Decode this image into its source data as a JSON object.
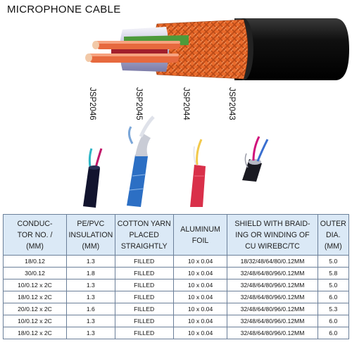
{
  "title": "MICROPHONE CABLE",
  "models": [
    "JSP2046",
    "JSP2045",
    "JSP2044",
    "JSP2043"
  ],
  "table": {
    "headers": [
      "CONDUC-TOR NO./(MM)",
      "PE/PVC INSULATION (MM)",
      "COTTON YARN PLACED STRAIGHTLY",
      "ALUMINUM FOIL",
      "SHIELD WITH BRAID-ING OR WINDING OF CU WIREBC/TC",
      "OUTER DIA. (MM)"
    ],
    "header_lines": [
      [
        "CONDUC-",
        "TOR NO. /",
        "(MM)"
      ],
      [
        "PE/PVC",
        "INSULATION",
        "(MM)"
      ],
      [
        "COTTON YARN",
        "PLACED",
        "STRAIGHTLY"
      ],
      [
        "ALUMINUM",
        "FOIL"
      ],
      [
        "SHIELD WITH BRAID-",
        "ING OR WINDING OF",
        "CU WIREBC/TC"
      ],
      [
        "OUTER",
        "DIA.",
        "(MM)"
      ]
    ],
    "rows": [
      [
        "18/0.12",
        "1.3",
        "FILLED",
        "10 x 0.04",
        "18/32/48/64/80/0.12MM",
        "5.0"
      ],
      [
        "30/0.12",
        "1.8",
        "FILLED",
        "10 x 0.04",
        "32/48/64/80/96/0.12MM",
        "5.8"
      ],
      [
        "10/0.12 x 2C",
        "1.3",
        "FILLED",
        "10 x 0.04",
        "32/48/64/80/96/0.12MM",
        "5.0"
      ],
      [
        "18/0.12 x 2C",
        "1.3",
        "FILLED",
        "10 x 0.04",
        "32/48/64/80/96/0.12MM",
        "6.0"
      ],
      [
        "20/0.12 x 2C",
        "1.6",
        "FILLED",
        "10 x 0.04",
        "32/48/64/80/96/0.12MM",
        "5.3"
      ],
      [
        "10/0.12 x 2C",
        "1.3",
        "FILLED",
        "10 x 0.04",
        "32/48/64/80/96/0.12MM",
        "6.0"
      ],
      [
        "18/0.12 x 2C",
        "1.3",
        "FILLED",
        "10 x 0.04",
        "32/48/64/80/96/0.12MM",
        "6.0"
      ]
    ]
  },
  "colors": {
    "header_bg": "#dbe9f6",
    "border": "#6b7f99",
    "braid": "#e8692a",
    "jacket": "#141414"
  }
}
